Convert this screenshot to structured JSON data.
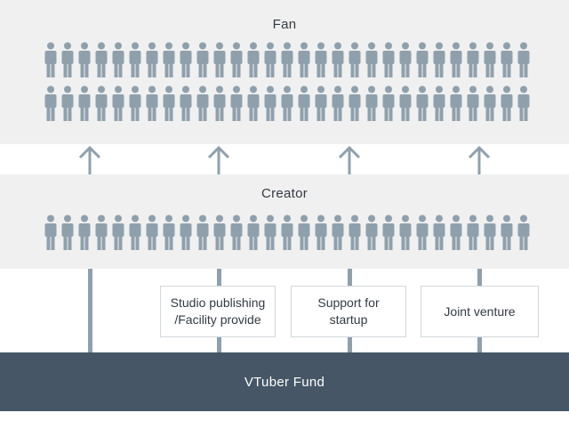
{
  "fan": {
    "title": "Fan",
    "rows": 2,
    "people_per_row": 29
  },
  "creator": {
    "title": "Creator",
    "rows": 1,
    "people_per_row": 29
  },
  "arrows": {
    "count": 4,
    "direction": "up"
  },
  "support": {
    "items": [
      {
        "label": "Studio publishing\n/Facility provide"
      },
      {
        "label": "Support for\nstartup"
      },
      {
        "label": "Joint venture"
      }
    ]
  },
  "fund": {
    "title": "VTuber Fund"
  },
  "colors": {
    "band_bg": "#f0f0f0",
    "person": "#8fa0ad",
    "connector": "#8fa0ad",
    "fund_bg": "#465666",
    "fund_text": "#ffffff",
    "text": "#333a42",
    "box_border": "#d3d7da"
  }
}
